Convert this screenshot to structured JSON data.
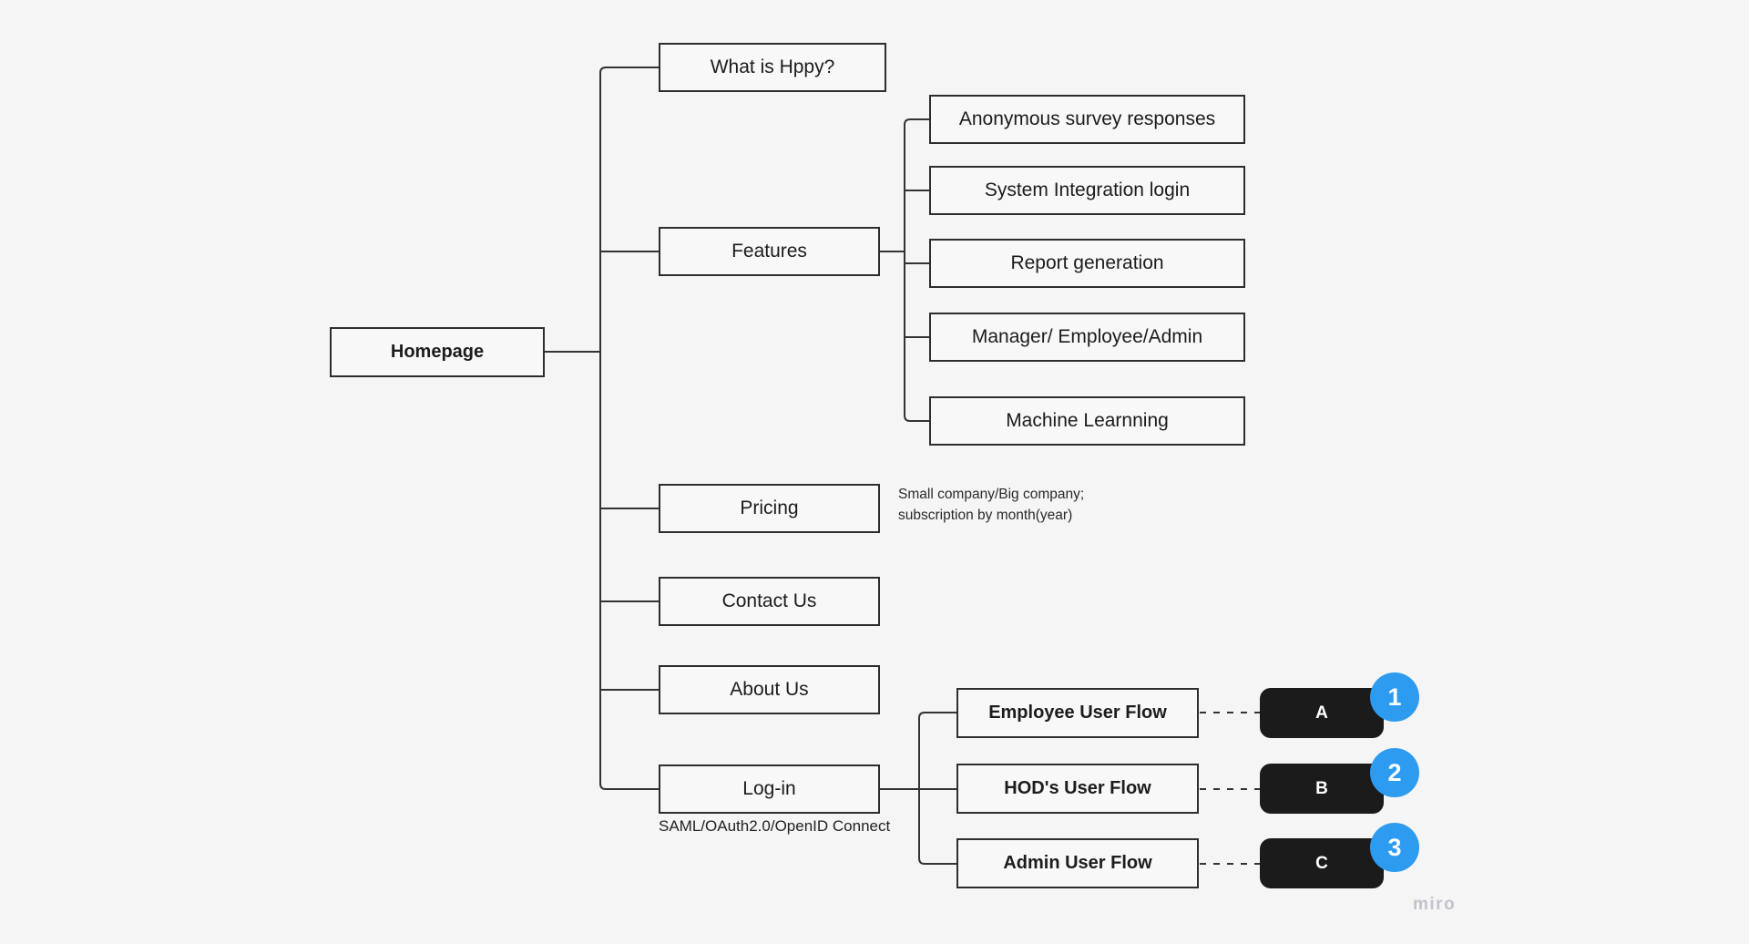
{
  "diagram": {
    "root": {
      "label": "Homepage"
    },
    "nav": [
      {
        "label": "What is Hppy?"
      },
      {
        "label": "Features"
      },
      {
        "label": "Pricing"
      },
      {
        "label": "Contact Us"
      },
      {
        "label": "About Us"
      },
      {
        "label": "Log-in"
      }
    ],
    "pricing_note": {
      "line1": "Small company/Big company;",
      "line2": "subscription by month(year)"
    },
    "login_note": "SAML/OAuth2.0/OpenID Connect",
    "features_children": [
      "Anonymous survey responses",
      "System Integration login",
      "Report generation",
      "Manager/ Employee/Admin",
      "Machine Learnning"
    ],
    "login_children": [
      {
        "label": "Employee User Flow",
        "ref": "A",
        "badge": "1"
      },
      {
        "label": "HOD's User Flow",
        "ref": "B",
        "badge": "2"
      },
      {
        "label": "Admin User Flow",
        "ref": "C",
        "badge": "3"
      }
    ],
    "watermark": "miro",
    "colors": {
      "canvas": "#f5f5f6",
      "node_border": "#2d2d2d",
      "ref_dark": "#1b1b1b",
      "badge_blue": "#2d9bf0",
      "connector": "#333333"
    }
  }
}
